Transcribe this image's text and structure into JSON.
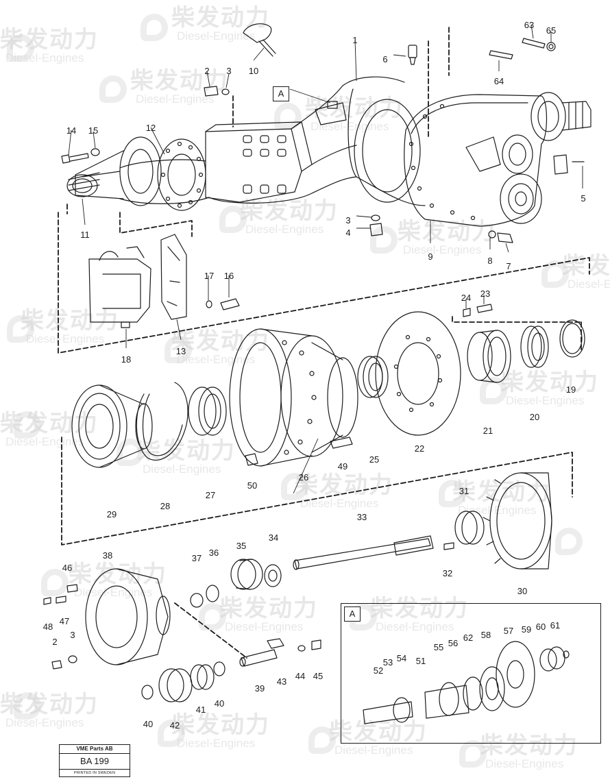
{
  "watermark": {
    "chinese": "柴发动力",
    "english": "Diesel-Engines"
  },
  "detail_tag": "A",
  "title_block": {
    "publisher": "VME Parts AB",
    "code": "BA 199",
    "printed": "PRINTED IN SWEDEN"
  },
  "callouts": [
    "1",
    "2",
    "3",
    "4",
    "5",
    "6",
    "7",
    "8",
    "9",
    "10",
    "11",
    "12",
    "13",
    "14",
    "15",
    "16",
    "17",
    "18",
    "19",
    "20",
    "21",
    "22",
    "23",
    "24",
    "25",
    "26",
    "27",
    "28",
    "29",
    "30",
    "31",
    "32",
    "33",
    "34",
    "35",
    "36",
    "37",
    "38",
    "39",
    "40",
    "41",
    "42",
    "43",
    "44",
    "45",
    "46",
    "47",
    "48",
    "49",
    "50",
    "51",
    "52",
    "53",
    "54",
    "55",
    "56",
    "57",
    "58",
    "59",
    "60",
    "61",
    "62",
    "63",
    "64",
    "65"
  ],
  "colors": {
    "ink": "#1a1a1a",
    "watermark": "#d5d5d5"
  }
}
